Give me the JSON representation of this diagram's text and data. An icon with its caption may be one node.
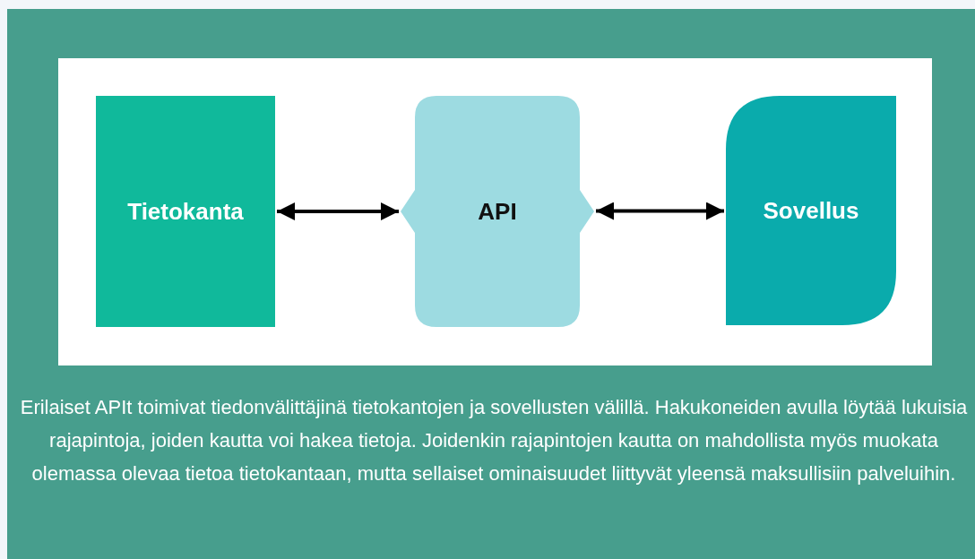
{
  "diagram": {
    "nodes": [
      {
        "text": [
          "Tietokanta"
        ]
      },
      {
        "text": [
          "API"
        ]
      },
      {
        "text": [
          "Sovellus"
        ]
      }
    ],
    "edges": [
      {
        "from": 0,
        "to": 1,
        "arrow": "both"
      },
      {
        "from": 1,
        "to": 2,
        "arrow": "both"
      }
    ],
    "caption": "Erilaiset APIt toimivat tiedonvälittäjinä tietokantojen ja sovellusten välillä. Hakukoneiden avulla löytää lukuisia rajapintoja, joiden kautta voi hakea tietoja. Joidenkin rajapintojen kautta on mahdollista myös muokata olemassa olevaa tietoa tietokantaan, mutta sellaiset ominaisuudet liittyvät yleensä maksullisiin palveluihin."
  }
}
